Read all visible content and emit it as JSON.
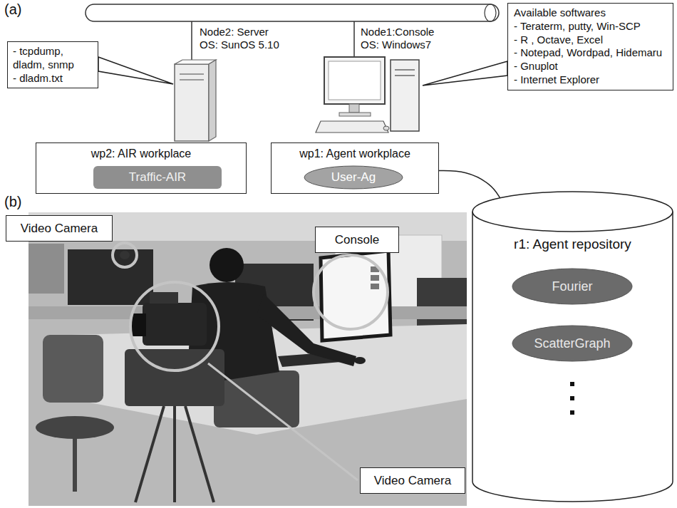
{
  "diagram": {
    "nodes": [
      {
        "text": [
          "- tcpdump, dladm, snmp",
          "- dladm.txt"
        ]
      },
      {
        "text": [
          "Available softwares",
          "- Teraterm, putty, Win-SCP",
          "- R , Octave, Excel",
          "- Notepad, Wordpad, Hidemaru",
          "- Gnuplot",
          "- Internet Explorer"
        ]
      },
      {
        "text": [
          "wp2: AIR workplace"
        ]
      },
      {
        "text": [
          "Traffic-AIR"
        ],
        "in": 2
      },
      {
        "text": [
          "wp1: Agent workplace"
        ]
      },
      {
        "text": [
          "User-Ag"
        ],
        "in": 4
      },
      {
        "text": [
          "r1: Agent repository"
        ]
      },
      {
        "text": [
          "Fourier"
        ],
        "in": 6
      },
      {
        "text": [
          "ScatterGraph"
        ],
        "in": 6
      },
      {
        "text": [
          "Video Camera"
        ]
      },
      {
        "text": [
          "Console"
        ]
      },
      {
        "text": [
          "Video Camera"
        ]
      }
    ],
    "edges": [
      {
        "from": 4,
        "to": 6,
        "arrow": "none"
      }
    ],
    "labels": [
      "(a)",
      "(b)",
      "Node2: Server",
      "OS: SunOS 5.10",
      "Node1:Console",
      "OS: Windows7"
    ]
  }
}
